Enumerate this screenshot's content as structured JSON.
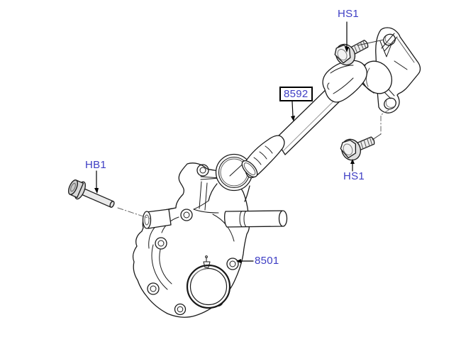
{
  "figure": {
    "type": "parts-exploded-diagram",
    "colors": {
      "label_color": "#3d3dc4",
      "box_border": "#000000",
      "line_art": "#1a1a1a",
      "background": "#ffffff"
    },
    "labels": {
      "hs1_top": "HS1",
      "tube": "8592",
      "hb1": "HB1",
      "hs1_bottom": "HS1",
      "pump": "8501"
    },
    "selected_part": "8592"
  }
}
